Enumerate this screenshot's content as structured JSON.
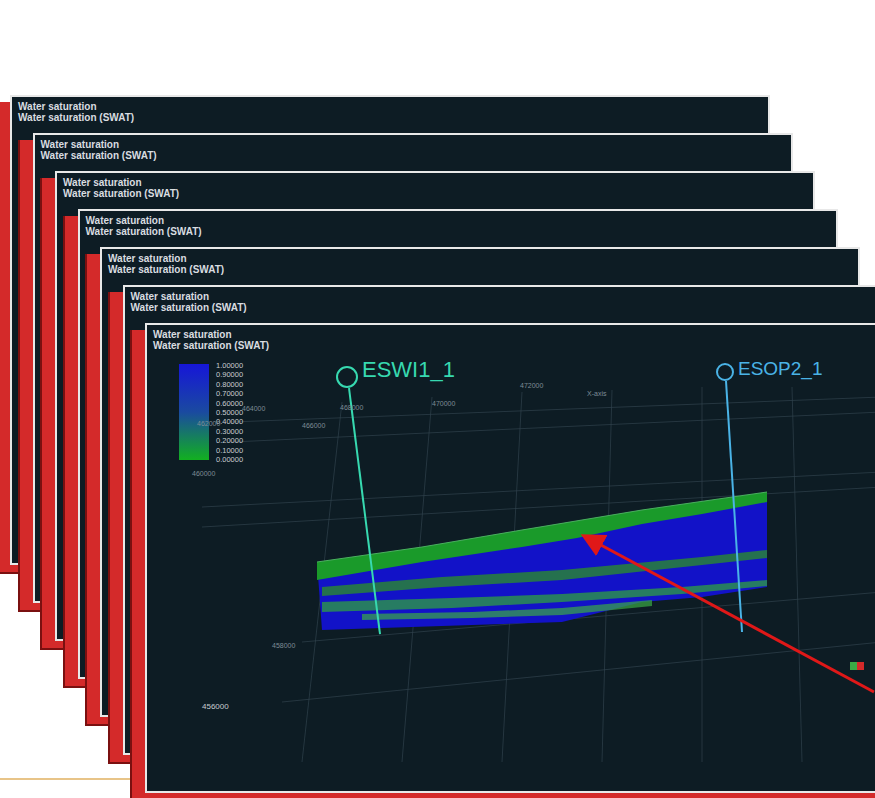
{
  "diagram": {
    "nodes": [
      {
        "text": [
          "Water saturation",
          "Water saturation (SWAT)"
        ]
      },
      {
        "text": [
          "Water saturation",
          "Water saturation (SWAT)"
        ]
      },
      {
        "text": [
          "Water saturation",
          "Water saturation (SWAT)"
        ]
      },
      {
        "text": [
          "Water saturation",
          "Water saturation (SWAT)"
        ]
      },
      {
        "text": [
          "Water saturation",
          "Water saturation (SWAT)"
        ]
      },
      {
        "text": [
          "Water saturation",
          "Water saturation (SWAT)"
        ]
      },
      {
        "text": [
          "Water saturation",
          "Water saturation (SWAT)"
        ]
      }
    ],
    "labels": [
      "ESWI1_1",
      "ESOP2_1",
      "1.00000",
      "0.90000",
      "0.80000",
      "0.70000",
      "0.60000",
      "0.50000",
      "0.40000",
      "0.30000",
      "0.20000",
      "0.10000",
      "0.00000",
      "X-axis",
      "472000",
      "470000",
      "468000",
      "466000",
      "464000",
      "462000",
      "460000",
      "458000",
      "456000"
    ]
  }
}
